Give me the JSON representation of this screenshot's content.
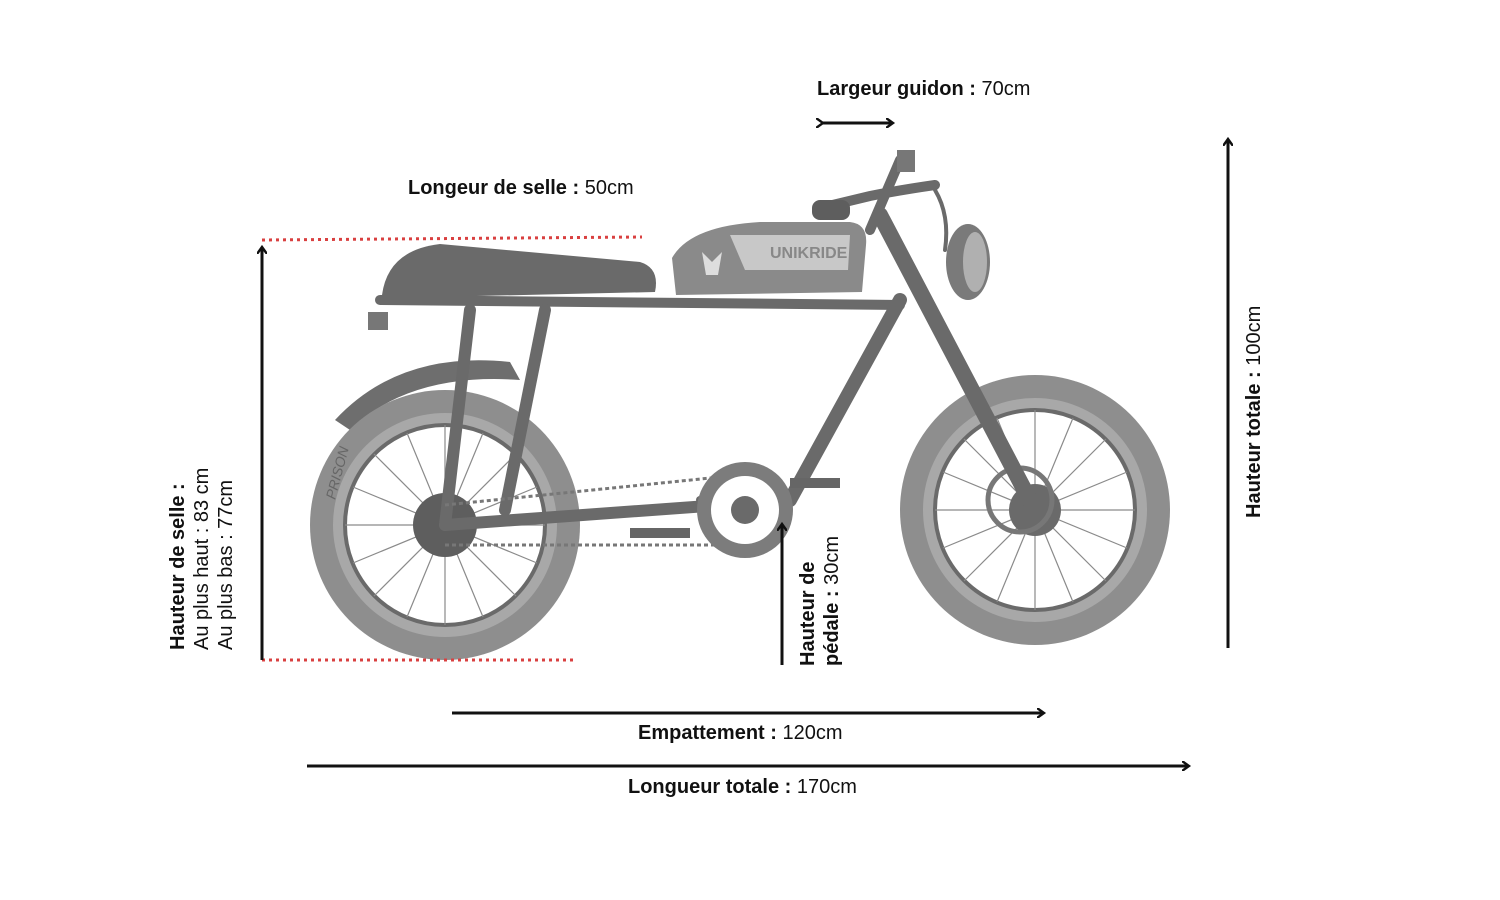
{
  "brand_text": "UNIKRIDE",
  "tire_text": "PRISON",
  "colors": {
    "arrow": "#111111",
    "dotted_guide": "#d94040",
    "bike_dark": "#5a5a5a",
    "bike_mid": "#8a8a8a",
    "bike_light": "#bdbdbd"
  },
  "dimensions": {
    "handlebar_width": {
      "label": "Largeur guidon :",
      "value": " 70cm"
    },
    "seat_length": {
      "label": "Longeur de selle :",
      "value": " 50cm"
    },
    "total_height": {
      "label": "Hauteur totale :",
      "value": " 100cm"
    },
    "seat_height": {
      "label": "Hauteur de selle :",
      "line1": "Au plus haut : 83 cm",
      "line2": "Au plus bas : 77cm"
    },
    "pedal_height": {
      "label_line1": "Hauteur de",
      "label_line2": "pédale :",
      "value": " 30cm"
    },
    "wheelbase": {
      "label": "Empattement :",
      "value": " 120cm"
    },
    "total_length": {
      "label": "Longueur totale :",
      "value": " 170cm"
    }
  }
}
